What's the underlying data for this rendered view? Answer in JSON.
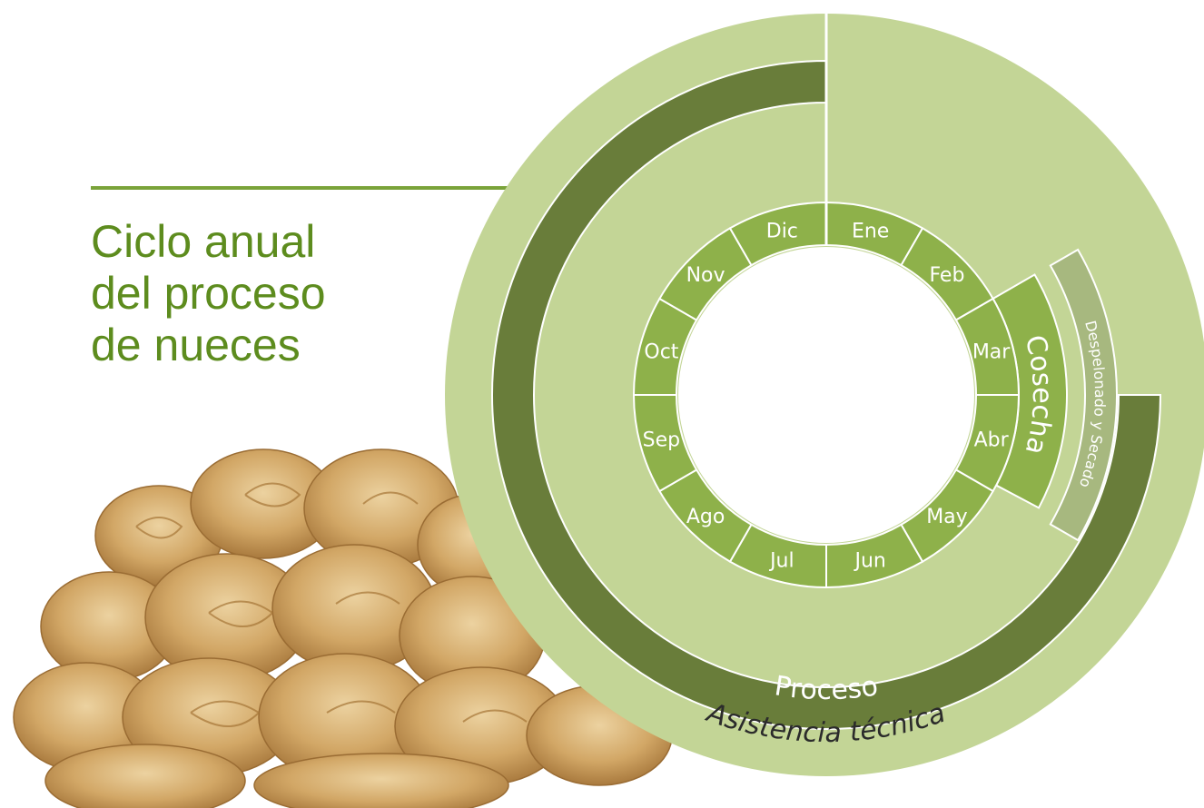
{
  "title_lines": [
    "Ciclo  anual",
    "del proceso",
    "de nueces"
  ],
  "months": [
    "Ene",
    "Feb",
    "Mar",
    "Abr",
    "May",
    "Jun",
    "Jul",
    "Ago",
    "Sep",
    "Oct",
    "Nov",
    "Dic"
  ],
  "rings": {
    "harvest": {
      "label": "Cosecha",
      "months": [
        "Mar",
        "Abr"
      ]
    },
    "hulling": {
      "label": "Despelonado y Secado",
      "months": [
        "Mar",
        "Abr"
      ]
    },
    "process": {
      "label": "Proceso",
      "months": [
        "Abr",
        "May",
        "Jun",
        "Jul",
        "Ago",
        "Sep",
        "Oct",
        "Nov",
        "Dic"
      ]
    },
    "technical_assistance": {
      "label": "Asistencia técnica",
      "months": [
        "all"
      ]
    }
  },
  "colors": {
    "title": "#5d8c1e",
    "title_rule": "#7aa33a",
    "outer_ring": "#c3d596",
    "month_ring": "#8eb14a",
    "harvest": "#8eb14a",
    "hulling": "#a7b87f",
    "process": "#697d3a",
    "empty_track": "#efefef",
    "walnut": "#d7b176"
  }
}
